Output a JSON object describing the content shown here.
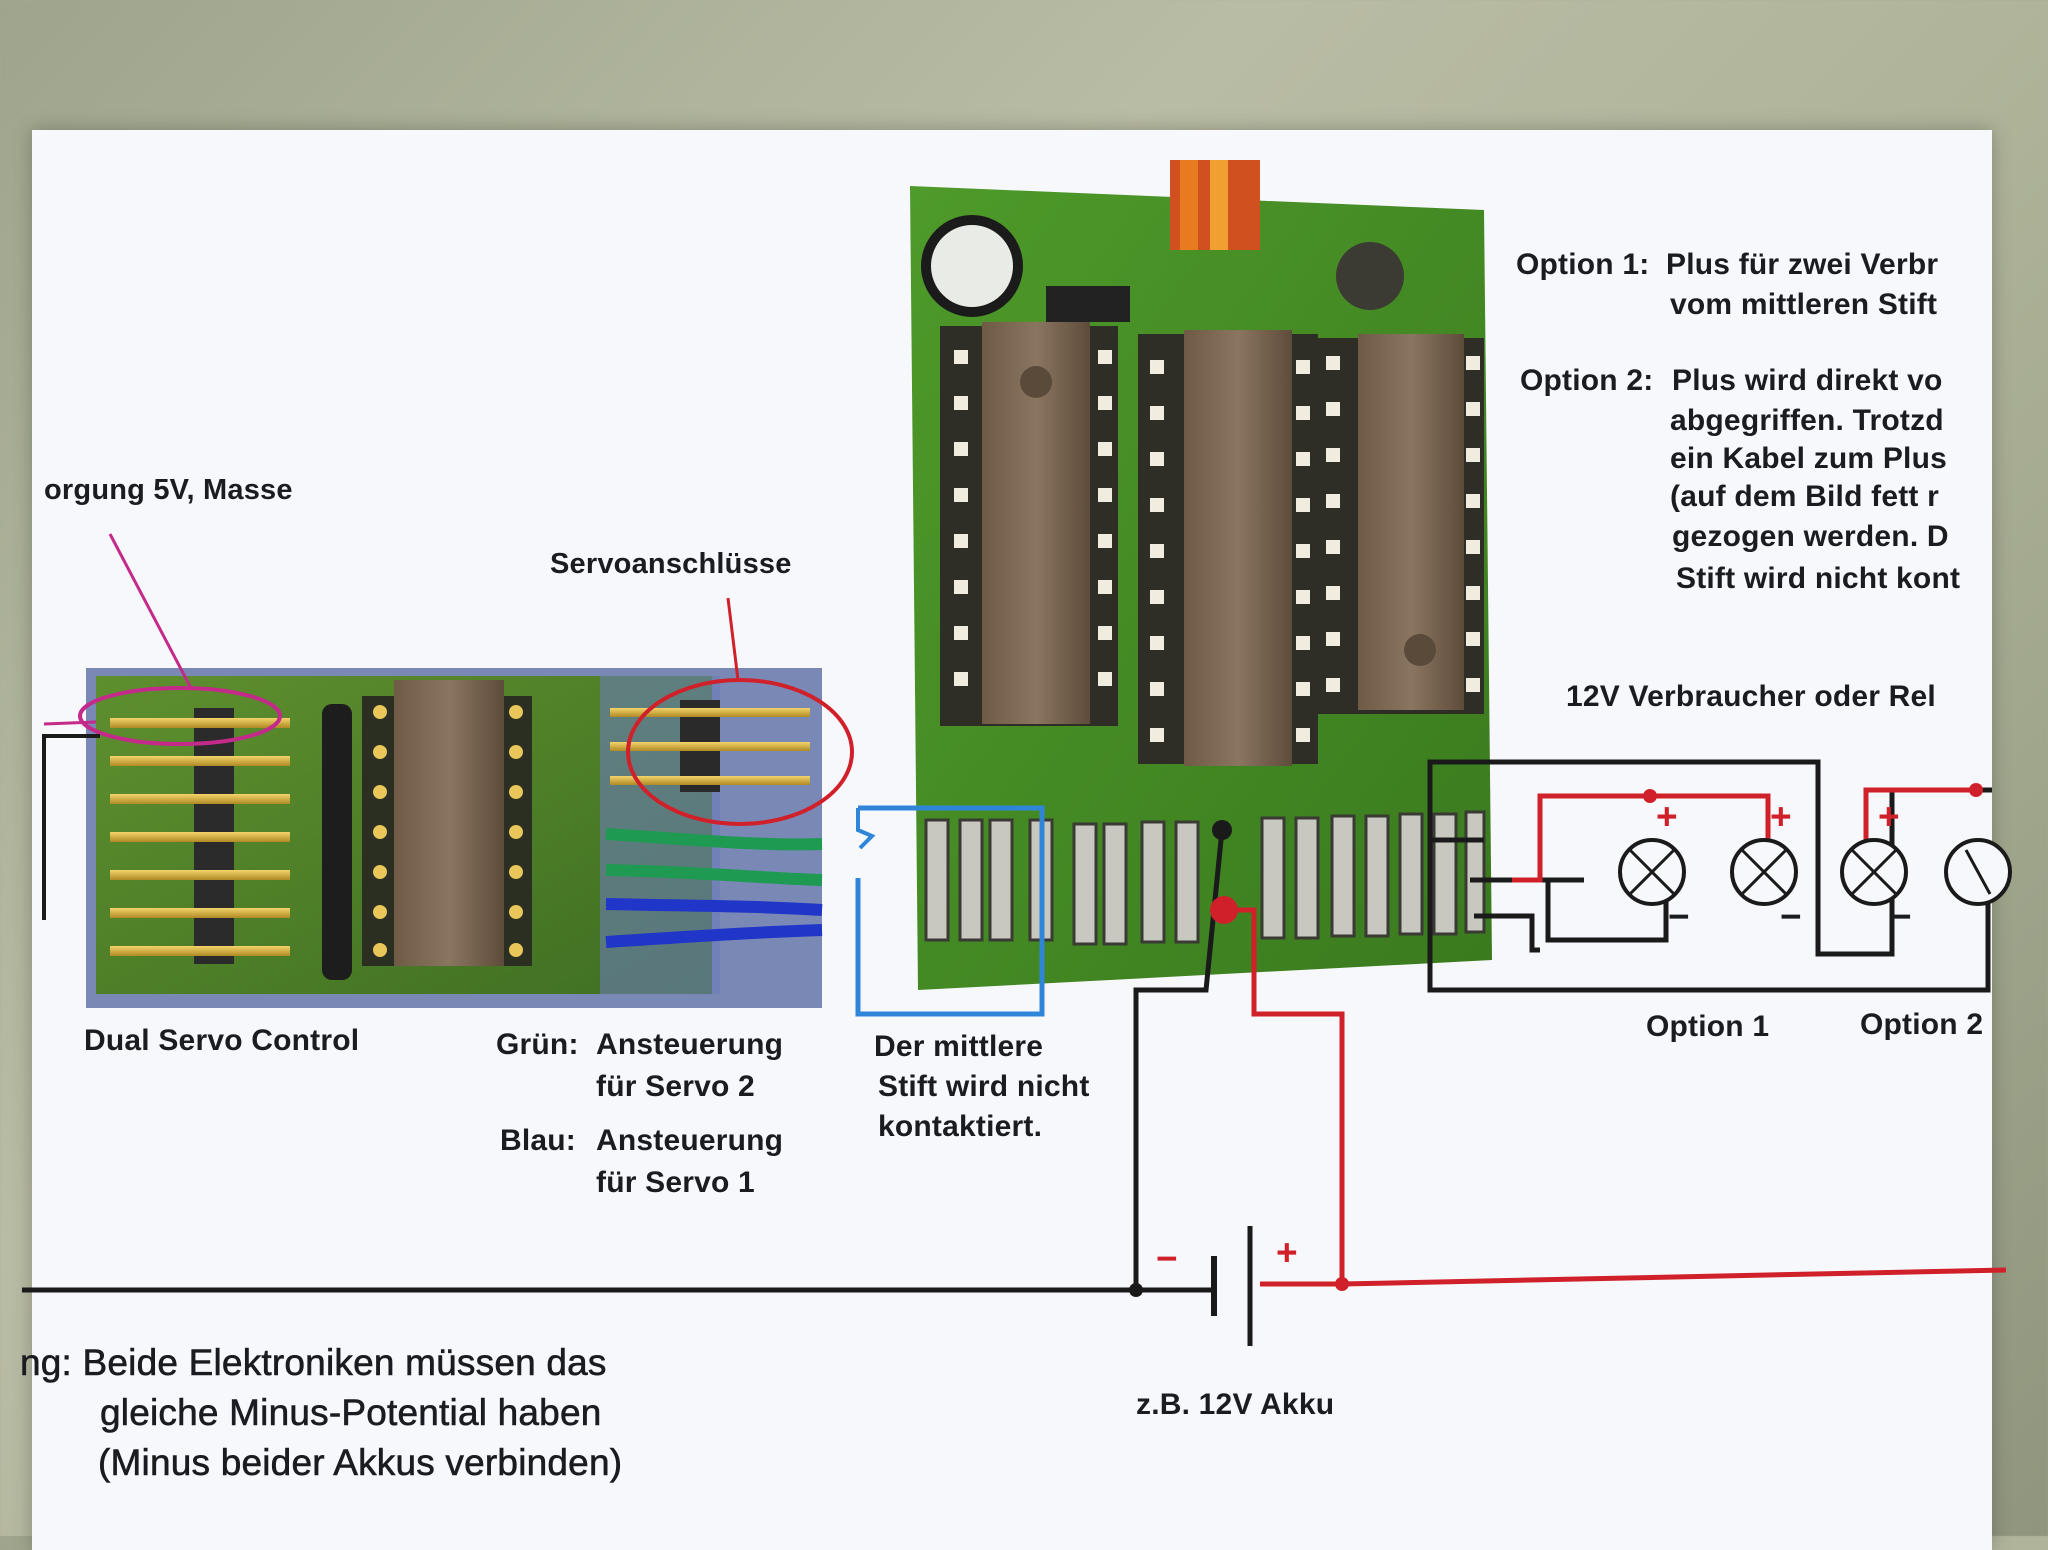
{
  "labels": {
    "versorgung": "orgung 5V, Masse",
    "servoanschluesse": "Servoanschlüsse",
    "dual_servo_control": "Dual Servo Control",
    "gruen_key": "Grün:",
    "gruen_line1": "Ansteuerung",
    "gruen_line2": "für Servo 2",
    "blau_key": "Blau:",
    "blau_line1": "Ansteuerung",
    "blau_line2": "für Servo 1",
    "mittlere_line1": "Der mittlere",
    "mittlere_line2": "Stift wird nicht",
    "mittlere_line3": "kontaktiert.",
    "option1_key": "Option 1:",
    "option1_line1": "Plus für zwei Verbr",
    "option1_line2": "vom mittleren Stift",
    "option2_key": "Option 2:",
    "option2_line1": "Plus wird direkt vo",
    "option2_line2": "abgegriffen. Trotzd",
    "option2_line3": "ein Kabel zum Plus",
    "option2_line4": "(auf dem Bild fett r",
    "option2_line5": "gezogen werden. D",
    "option2_line6": "Stift wird nicht kont",
    "verbraucher": "12V Verbraucher oder Rel",
    "option1_label": "Option 1",
    "option2_label": "Option 2",
    "akku": "z.B. 12V Akku",
    "note_line1": "ng: Beide Elektroniken müssen das",
    "note_line2": "gleiche Minus-Potential haben",
    "note_line3": "(Minus beider Akkus verbinden)"
  },
  "symbols": {
    "plus": "+",
    "minus": "−",
    "battery_minus": "−",
    "battery_plus": "+"
  },
  "colors": {
    "pcb_green": "#4f8f2a",
    "wire_red": "#d0202a",
    "wire_black": "#1a1a1a",
    "wire_green": "#1f9a52",
    "wire_blue": "#2036c8",
    "outline_blue": "#2f86d8",
    "outline_magenta": "#c42a8a"
  }
}
